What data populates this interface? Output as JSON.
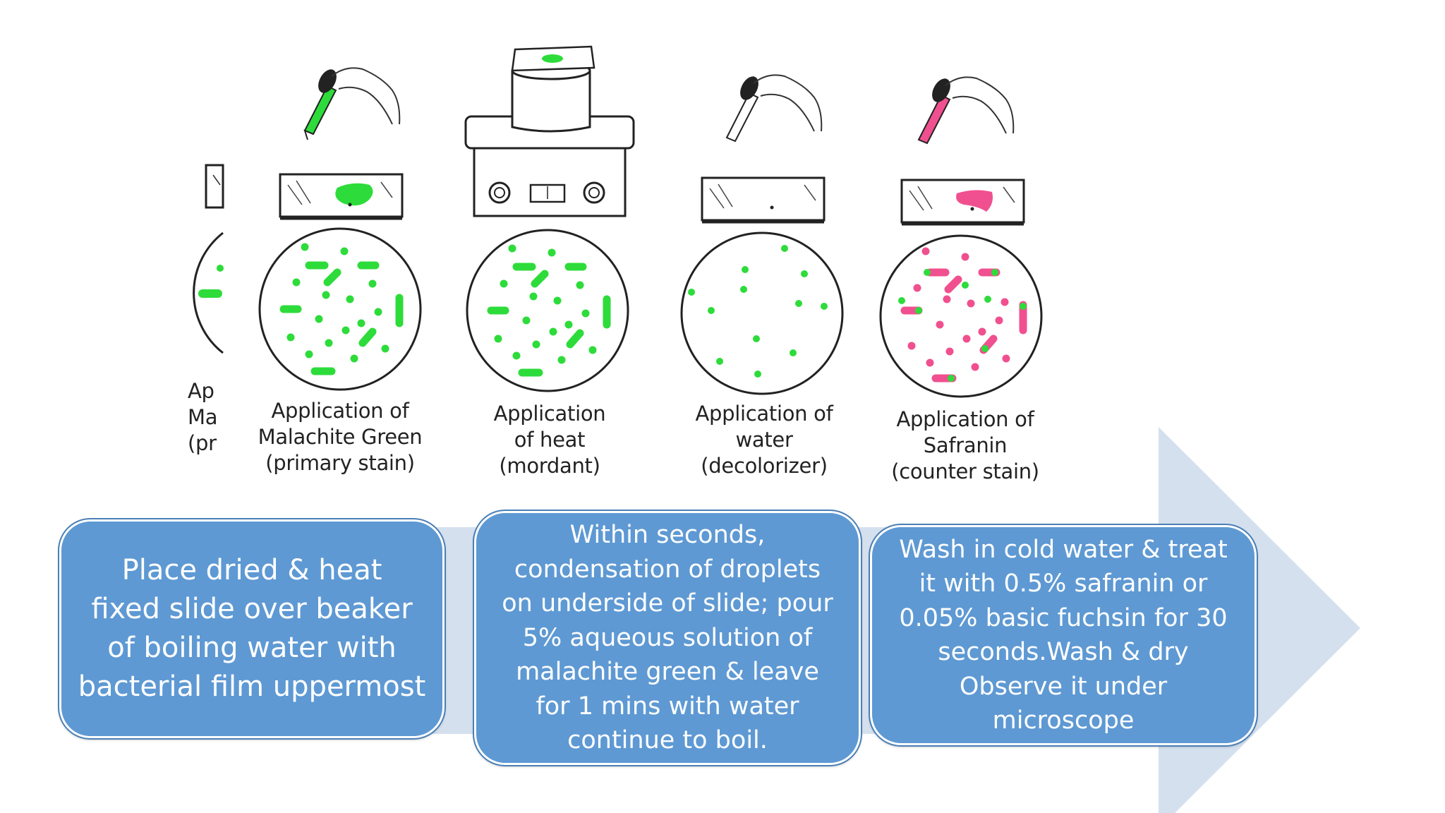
{
  "steps": [
    {
      "caption": [
        "Application of",
        "Malachite Green",
        "(primary stain)"
      ]
    },
    {
      "caption": [
        "Application",
        "of heat",
        "(mordant)"
      ]
    },
    {
      "caption": [
        "Application of",
        "water",
        "(decolorizer)"
      ]
    },
    {
      "caption": [
        "Application of",
        "Safranin",
        "(counter stain)"
      ]
    }
  ],
  "partial_caption": [
    "Ap",
    "Ma",
    "(pr"
  ],
  "procedure_boxes": [
    {
      "lines": [
        "Place dried &  heat",
        "fixed slide over beaker",
        "of boiling water with",
        "bacterial film uppermost"
      ]
    },
    {
      "lines": [
        "Within  seconds,",
        "condensation of droplets",
        "on underside of slide; pour",
        "5% aqueous solution  of",
        "malachite green & leave",
        "for 1 mins with water",
        "continue to boil."
      ]
    },
    {
      "lines": [
        "Wash in cold water & treat",
        "it with 0.5% safranin or",
        "0.05% basic fuchsin for 30",
        "seconds.Wash & dry",
        "Observe it under",
        "microscope"
      ]
    }
  ],
  "colors": {
    "malachite_green": "#2ddc3a",
    "safranin_pink": "#f0508f",
    "box_fill": "#5e99d3",
    "arrow_fill": "#d5e0ef",
    "outline": "#222222"
  }
}
